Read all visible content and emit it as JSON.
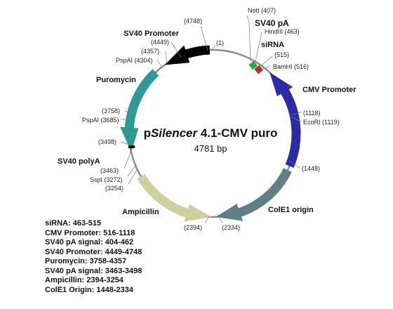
{
  "plasmid": {
    "name_prefix": "p",
    "name_italic": "Silencer",
    "name_suffix": " 4.1-CMV puro",
    "size": "4781 bp"
  },
  "features": {
    "sv40_pa_top": "SV40 pA",
    "sirna": "siRNA",
    "cmv_promoter": "CMV Promoter",
    "cole1": "ColE1 origin",
    "ampicillin": "Ampicillin",
    "sv40_polya": "SV40 polyA",
    "puromycin": "Puromycin",
    "sv40_promoter": "SV40 Promoter"
  },
  "sites": {
    "noti": "NotI (407)",
    "hindiii": "HindIII (463)",
    "n515": "(515)",
    "bamhi": "BamHI (516)",
    "n1118": "(1118)",
    "ecori": "EcoRI (1119)",
    "n1448": "(1448)",
    "n2334": "(2334)",
    "n2394": "(2394)",
    "n3254": "(3254)",
    "sspi": "SspI (3272)",
    "n3463": "(3463)",
    "n3498": "(3498)",
    "pspai_3685": "PspAI (3685)",
    "n3758": "(3758)",
    "pspai_4304": "PspAI (4304)",
    "n4357": "(4357)",
    "n4449": "(4449)",
    "n4748": "(4748)",
    "n1": "(1)"
  },
  "legend": [
    "siRNA:  463-515",
    "CMV Promoter:  516-1118",
    "SV40 pA signal:  404-462",
    "SV40 Promoter:  4449-4748",
    "Puromycin:  3758-4357",
    "SV40 pA signal:  3463-3498",
    "Ampicillin:  2394-3254",
    "ColE1 Origin:  1448-2334"
  ],
  "colors": {
    "backbone": "#8c8c8c",
    "cmv_promoter": "#2b2ba6",
    "cole1": "#5f7f87",
    "ampicillin": "#cfd09e",
    "puromycin": "#2e9a94",
    "sv40_promoter": "#000000",
    "sv40_polya": "#000000",
    "sirna": "#c1272d",
    "sv40_pa_top": "#2fa636"
  }
}
